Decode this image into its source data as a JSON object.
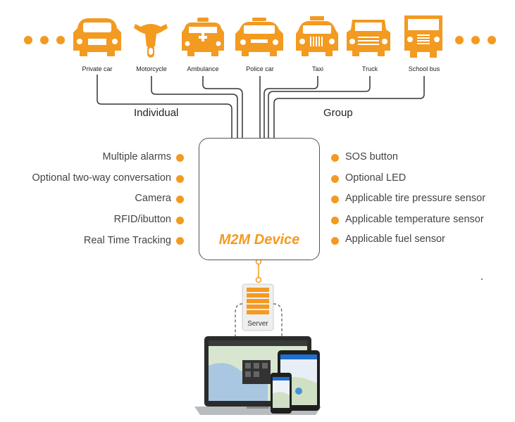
{
  "vehicles": [
    {
      "label": "Private car",
      "icon": "private-car-icon"
    },
    {
      "label": "Motorcycle",
      "icon": "motorcycle-icon"
    },
    {
      "label": "Ambulance",
      "icon": "ambulance-icon"
    },
    {
      "label": "Police car",
      "icon": "police-car-icon"
    },
    {
      "label": "Taxi",
      "icon": "taxi-icon"
    },
    {
      "label": "Truck",
      "icon": "truck-icon"
    },
    {
      "label": "School bus",
      "icon": "school-bus-icon"
    }
  ],
  "groups": {
    "individual": "Individual",
    "group": "Group"
  },
  "left_features": [
    "Multiple alarms",
    "Optional two-way conversation",
    "Camera",
    "RFID/ibutton",
    "Real Time Tracking"
  ],
  "right_features": [
    "SOS button",
    "Optional LED",
    "Applicable tire pressure sensor",
    "Applicable temperature sensor",
    "Applicable fuel sensor"
  ],
  "device": {
    "title": "M2M Device"
  },
  "server": {
    "label": "Server"
  },
  "colors": {
    "accent": "#F39A21",
    "line": "#333333",
    "device": "#9aa0a6"
  }
}
